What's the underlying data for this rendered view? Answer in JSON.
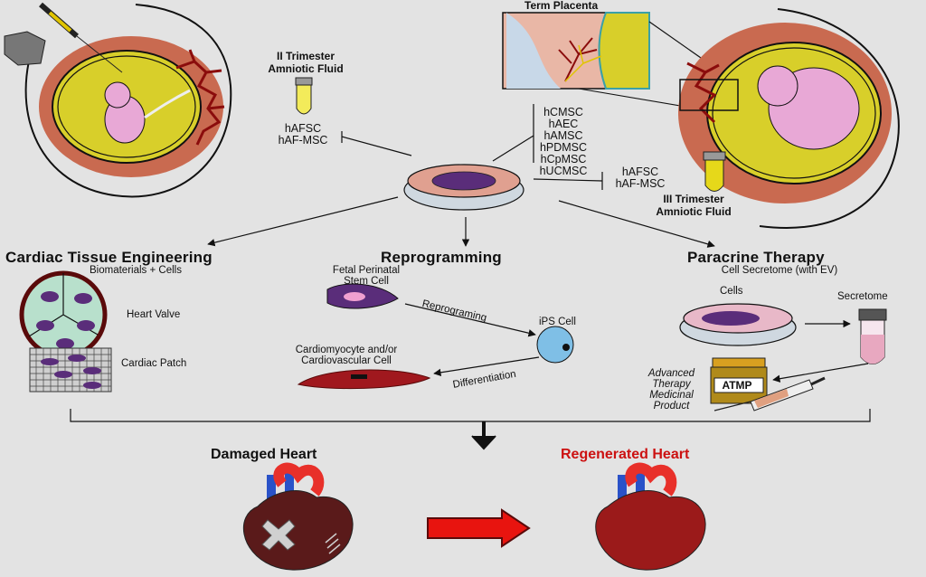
{
  "term_placenta": "Term Placenta",
  "second_trimester": {
    "line1": "II Trimester",
    "line2": "Amniotic Fluid"
  },
  "second_cells": [
    "hAFSC",
    "hAF-MSC"
  ],
  "placenta_cells": [
    "hCMSC",
    "hAEC",
    "hAMSC",
    "hPDMSC",
    "hCpMSC",
    "hUCMSC"
  ],
  "third_cells": [
    "hAFSC",
    "hAF-MSC"
  ],
  "third_trimester": {
    "line1": "III Trimester",
    "line2": "Amniotic Fluid"
  },
  "cardiac": {
    "title": "Cardiac Tissue Engineering",
    "subtitle": "Biomaterials + Cells",
    "heart_valve": "Heart Valve",
    "cardiac_patch": "Cardiac Patch"
  },
  "reprogramming": {
    "title": "Reprogramming",
    "fetal_line1": "Fetal Perinatal",
    "fetal_line2": "Stem Cell",
    "reprograming_label": "Reprograming",
    "ips_cell": "iPS Cell",
    "cardio_line1": "Cardiomyocyte and/or",
    "cardio_line2": "Cardiovascular Cell",
    "differentiation": "Differentiation"
  },
  "paracrine": {
    "title": "Paracrine Therapy",
    "subtitle": "Cell Secretome  (with EV)",
    "cells": "Cells",
    "secretome": "Secretome",
    "atmp_label": "ATMP",
    "atmp_line1": "Advanced",
    "atmp_line2": "Therapy",
    "atmp_line3": "Medicinal",
    "atmp_line4": "Product"
  },
  "damaged_heart": "Damaged Heart",
  "regenerated_heart": "Regenerated Heart",
  "colors": {
    "red_label": "#cc1111",
    "arrow_red": "#e8140f",
    "heart_dark": "#5a1a1a",
    "heart_red": "#9b1a1a"
  }
}
